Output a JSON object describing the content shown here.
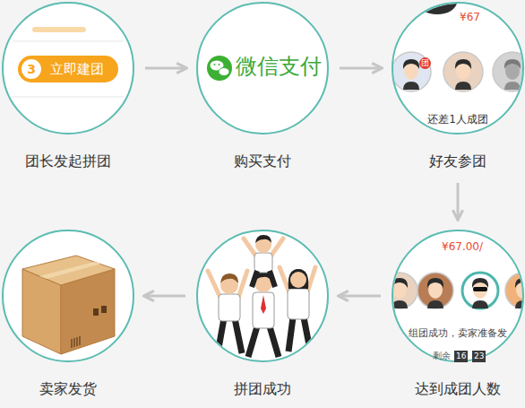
{
  "diagram": {
    "nodes": [
      {
        "text": [
          "团长发起拼团"
        ]
      },
      {
        "text": [
          "3",
          "立即建团"
        ],
        "in": 0
      },
      {
        "text": [
          "微信支付",
          "购买支付"
        ]
      },
      {
        "text": [
          "¥67",
          "团",
          "还差1人成团",
          "好友参团"
        ]
      },
      {
        "text": [
          "¥67.00/",
          "组团成功，卖家准备发",
          "剩余",
          "16",
          "23",
          "达到成团人数"
        ]
      },
      {
        "text": [
          "拼团成功"
        ]
      },
      {
        "text": [
          "卖家发货"
        ]
      }
    ],
    "edges": [
      {
        "from": 0,
        "to": 2,
        "arrow": "to"
      },
      {
        "from": 2,
        "to": 3,
        "arrow": "to"
      },
      {
        "from": 3,
        "to": 4,
        "arrow": "to"
      },
      {
        "from": 4,
        "to": 5,
        "arrow": "to"
      },
      {
        "from": 5,
        "to": 6,
        "arrow": "to"
      }
    ]
  }
}
